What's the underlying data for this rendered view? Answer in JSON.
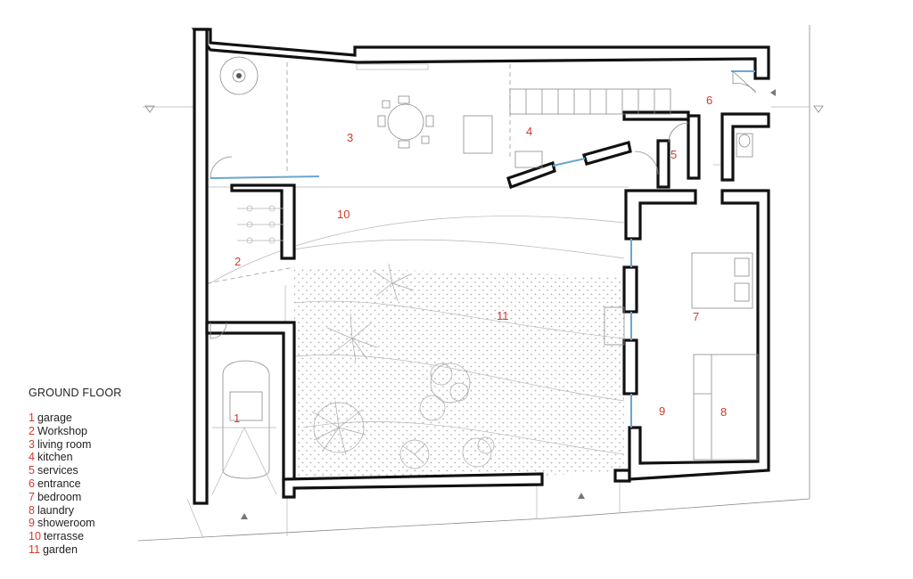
{
  "legend": {
    "title": "GROUND FLOOR",
    "items": [
      {
        "num": "1",
        "label": "garage"
      },
      {
        "num": "2",
        "label": "Workshop"
      },
      {
        "num": "3",
        "label": "living room"
      },
      {
        "num": "4",
        "label": "kitchen"
      },
      {
        "num": "5",
        "label": "services"
      },
      {
        "num": "6",
        "label": "entrance"
      },
      {
        "num": "7",
        "label": "bedroom"
      },
      {
        "num": "8",
        "label": "laundry"
      },
      {
        "num": "9",
        "label": "showeroom"
      },
      {
        "num": "10",
        "label": "terrasse"
      },
      {
        "num": "11",
        "label": "garden"
      }
    ]
  },
  "rooms": {
    "r1": "1",
    "r2": "2",
    "r3": "3",
    "r4": "4",
    "r5": "5",
    "r6": "6",
    "r7": "7",
    "r8": "8",
    "r9": "9",
    "r10": "10",
    "r11": "11"
  },
  "colors": {
    "room_number": "#d03a2a",
    "wall": "#111111",
    "glazing": "#6aa6cf"
  }
}
